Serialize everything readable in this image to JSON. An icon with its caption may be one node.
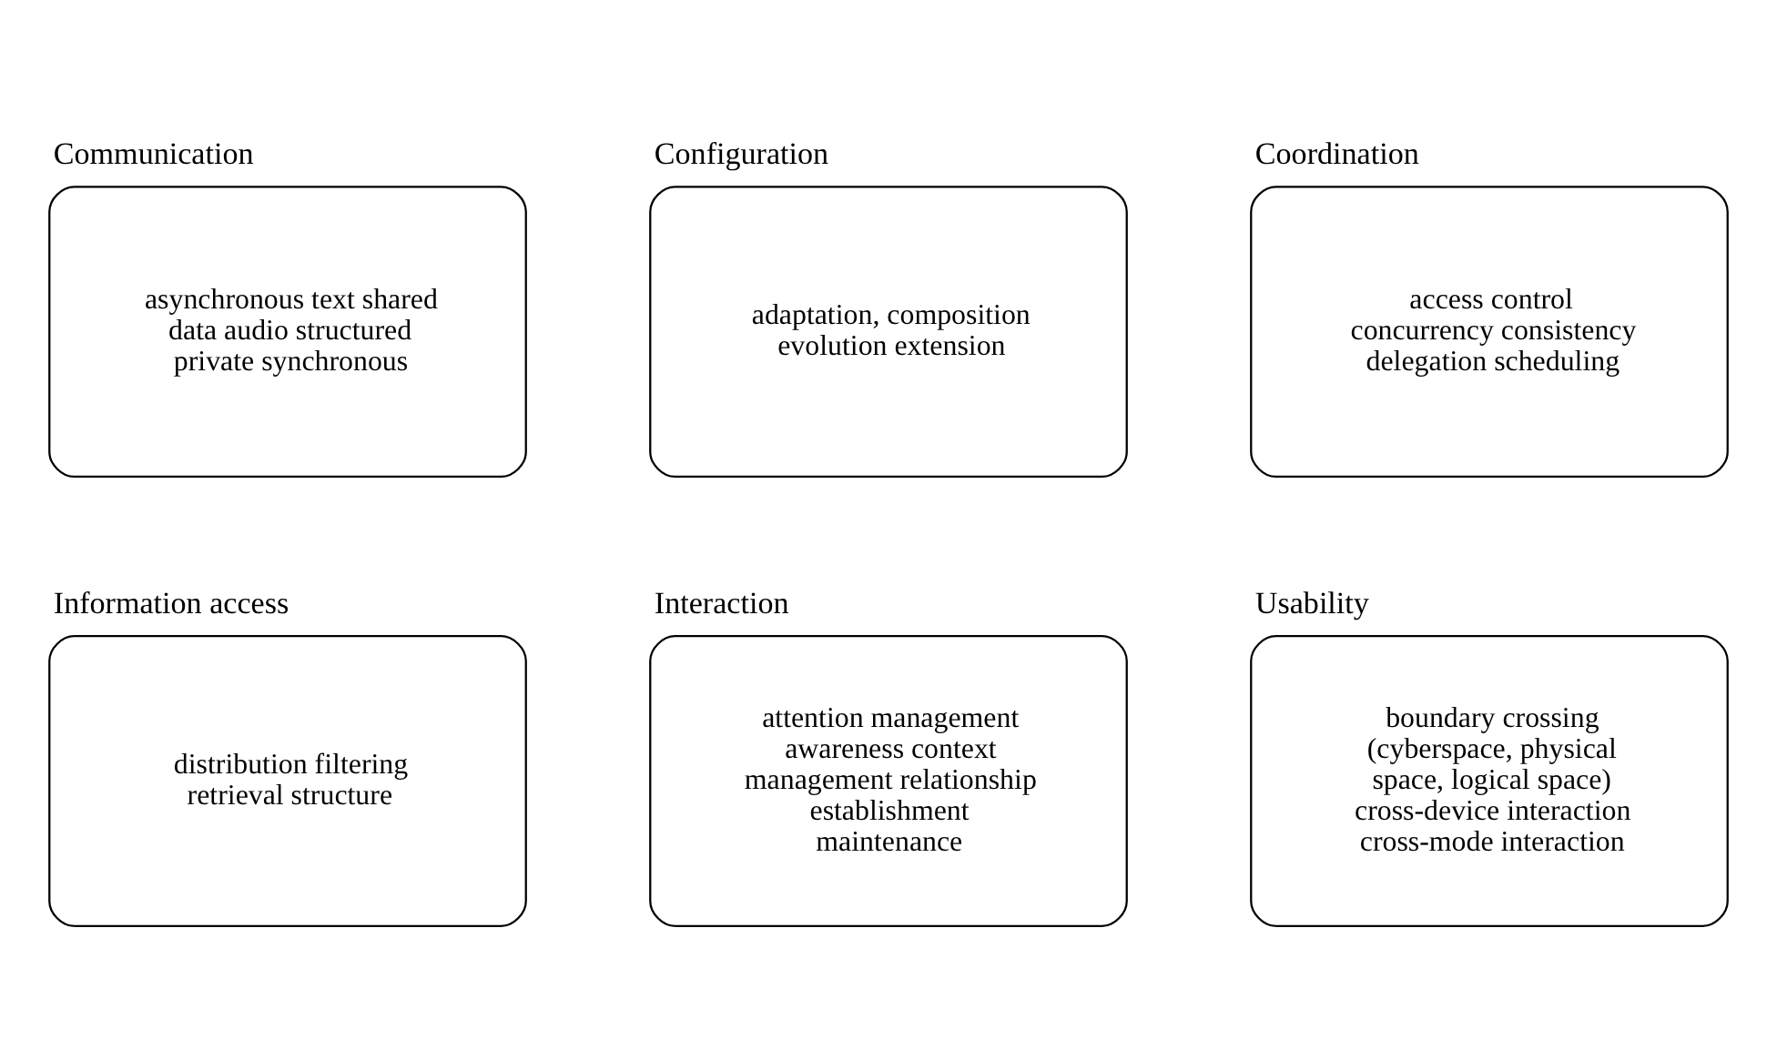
{
  "diagram": {
    "nodes": [
      {
        "text": [
          "Communication",
          "asynchronous text shared data audio structured private synchronous"
        ]
      },
      {
        "text": [
          "Configuration",
          "adaptation, composition evolution extension"
        ]
      },
      {
        "text": [
          "Coordination",
          "access control concurrency consistency delegation scheduling"
        ]
      },
      {
        "text": [
          "Information access",
          "distribution filtering retrieval structure"
        ]
      },
      {
        "text": [
          "Interaction",
          "attention management awareness context management relationship establishment maintenance"
        ]
      },
      {
        "text": [
          "Usability",
          "boundary crossing (cyberspace, physical space, logical space) cross-device interaction cross-mode interaction"
        ]
      }
    ],
    "edges": []
  }
}
